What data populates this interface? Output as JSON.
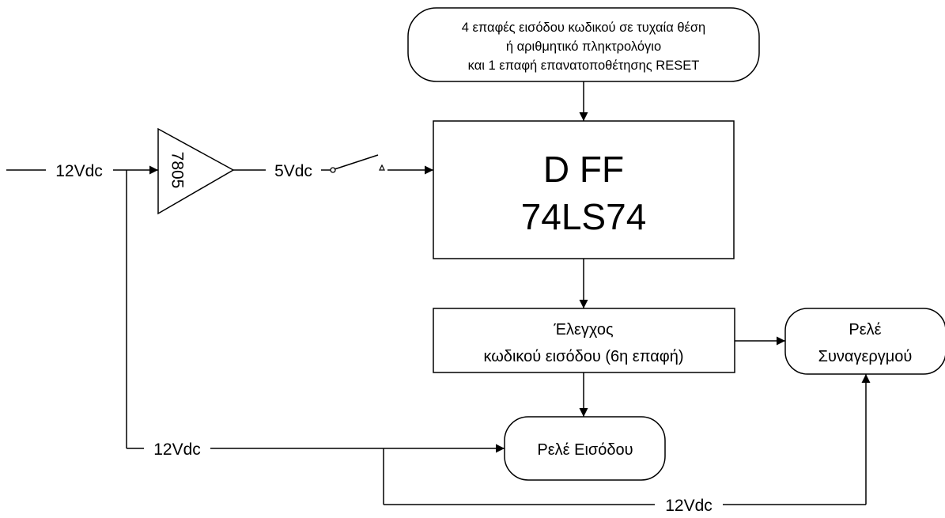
{
  "input_box": {
    "lines": [
      "4 επαφές εισόδου κωδικού  σε τυχαία θέση",
      "ή αριθμητικό πληκτρολόγιο",
      "και 1 επαφή επανατοποθέτησης RESET"
    ]
  },
  "flipflop": {
    "line1": "D FF",
    "line2": "74LS74"
  },
  "regulator": {
    "label": "7805"
  },
  "supply": {
    "input_label": "12Vdc",
    "regulated_label": "5Vdc",
    "branch1_label": "12Vdc",
    "branch2_label": "12Vdc"
  },
  "check_box": {
    "line1": "Έλεγχος",
    "line2": "κωδικού εισόδου (6η επαφή)"
  },
  "alarm_relay": {
    "line1": "Ρελέ",
    "line2": "Συναγεργμού"
  },
  "input_relay": {
    "label": "Ρελέ Εισόδου"
  }
}
